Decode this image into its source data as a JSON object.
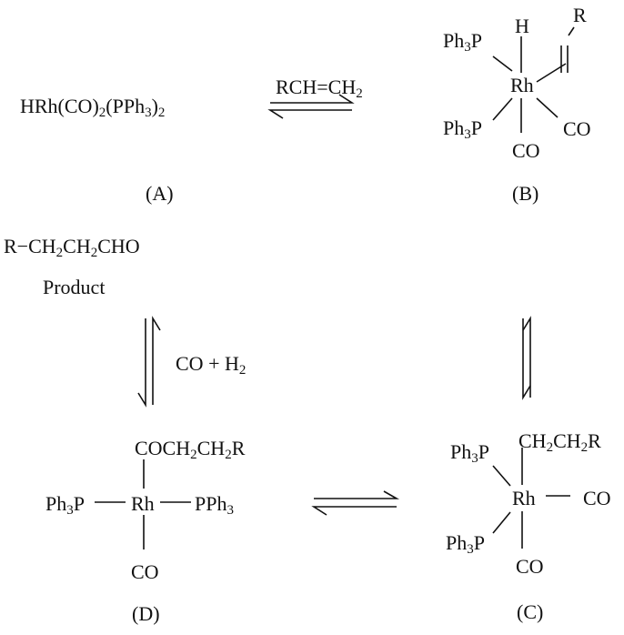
{
  "compound_a": {
    "formula": {
      "p1": "HRh(CO)",
      "s1": "2",
      "p2": "(PPh",
      "s2": "3",
      "p3": ")",
      "s3": "2"
    },
    "label": "(A)"
  },
  "step_ab": {
    "p1": "RCH",
    "p2": "=CH",
    "s1": "2"
  },
  "compound_b": {
    "metal": "Rh",
    "hydride": "H",
    "alkene_sub": "R",
    "ph3p_upper": {
      "p1": "Ph",
      "s1": "3",
      "p2": "P"
    },
    "ph3p_lower": {
      "p1": "Ph",
      "s1": "3",
      "p2": "P"
    },
    "co_right": "CO",
    "co_bottom": "CO",
    "label": "(B)"
  },
  "product": {
    "formula": {
      "p1": "R−CH",
      "s1": "2",
      "p2": "CH",
      "s2": "2",
      "p3": "CHO"
    },
    "caption": "Product"
  },
  "step_dp": {
    "p1": "CO",
    "plus": "+",
    "p2": "H",
    "s1": "2"
  },
  "compound_d": {
    "metal": "Rh",
    "acyl": {
      "p1": "COCH",
      "s1": "2",
      "p2": "CH",
      "s2": "2",
      "p3": "R"
    },
    "ph3p_left": {
      "p1": "Ph",
      "s1": "3",
      "p2": "P"
    },
    "pph3_right": {
      "p1": "PPh",
      "s1": "3"
    },
    "co_bottom": "CO",
    "label": "(D)"
  },
  "compound_c": {
    "metal": "Rh",
    "alkyl": {
      "p1": "CH",
      "s1": "2",
      "p2": "CH",
      "s2": "2",
      "p3": "R"
    },
    "ph3p_upper": {
      "p1": "Ph",
      "s1": "3",
      "p2": "P"
    },
    "ph3p_lower": {
      "p1": "Ph",
      "s1": "3",
      "p2": "P"
    },
    "co_right": "CO",
    "co_bottom": "CO",
    "label": "(C)"
  }
}
